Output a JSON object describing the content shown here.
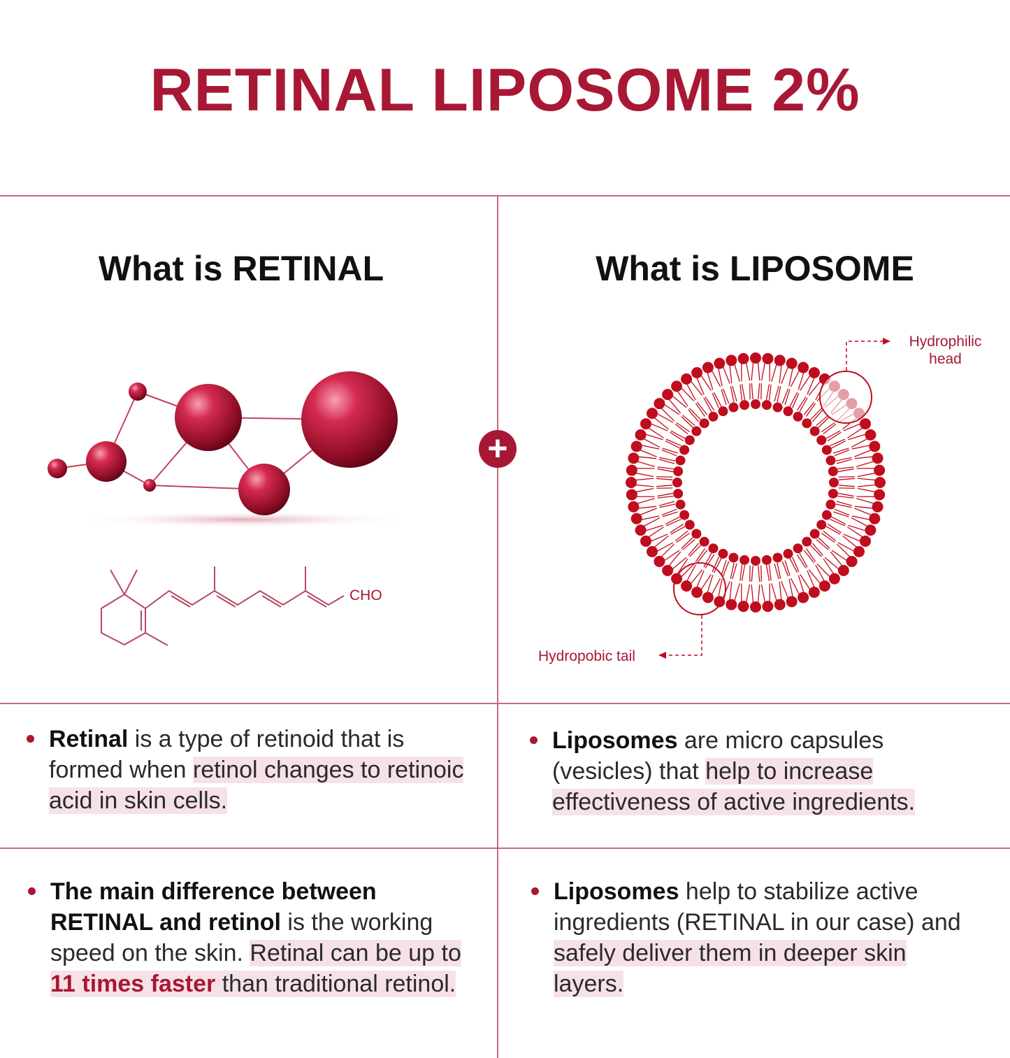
{
  "title": "RETINAL LIPOSOME 2%",
  "left_heading": "What is RETINAL",
  "right_heading": "What is LIPOSOME",
  "plus_symbol": "+",
  "formula_label": "CHO",
  "liposome_labels": {
    "head_line1": "Hydrophilic",
    "head_line2": "head",
    "tail": "Hydropobic tail"
  },
  "bullets": {
    "retinal_1": [
      "Retinal",
      " is a type of retinoid that is formed when ",
      "retinol changes to retinoic acid in skin cells."
    ],
    "liposome_1": [
      "Liposomes",
      " are micro capsules (vesicles) that ",
      "help to increase effectiveness of active ingredients."
    ],
    "retinal_2": [
      "The main difference between RETINAL and retinol",
      " is the working speed  on the skin. ",
      "Retinal can be up to ",
      "11 times faster",
      " than traditional retinol."
    ],
    "liposome_2": [
      "Liposomes",
      " help to stabilize active ingredients (RETINAL in our case) and ",
      "safely deliver them in deeper skin layers."
    ]
  },
  "colors": {
    "accent": "#a81834",
    "divider": "#c46a7c",
    "highlight": "#f6e2e6"
  }
}
